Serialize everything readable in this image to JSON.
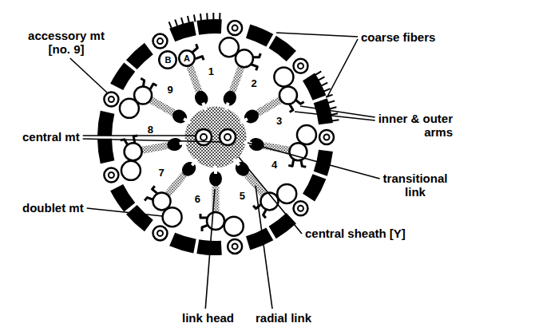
{
  "diagram": {
    "nodes": [
      {
        "text": [
          "B"
        ]
      },
      {
        "text": [
          "A"
        ]
      }
    ],
    "labels": [
      "accessory mt [no. 9]",
      "coarse fibers",
      "central mt",
      "inner & outer arms",
      "transitional link",
      "doublet mt",
      "central sheath [Y]",
      "link head",
      "radial link",
      "1",
      "2",
      "3",
      "4",
      "5",
      "6",
      "7",
      "8",
      "9"
    ]
  }
}
